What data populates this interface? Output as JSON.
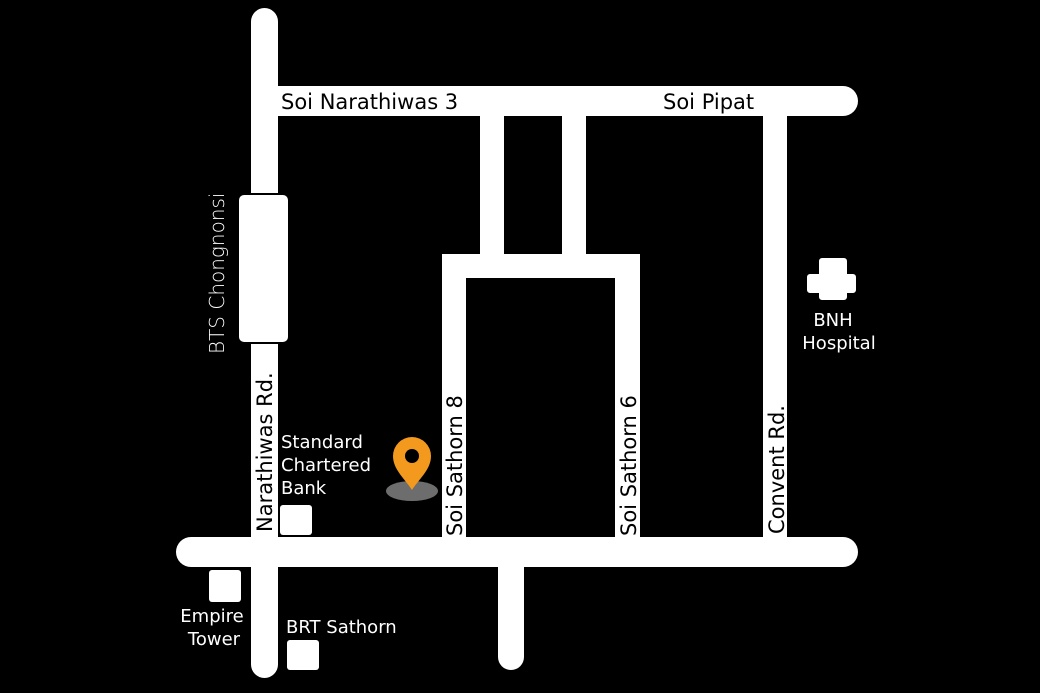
{
  "colors": {
    "background": "#000000",
    "road": "#ffffff",
    "pin": "#f39a1e",
    "pin_shadow": "#6d6d6d"
  },
  "roads": {
    "soi_narathiwas_3": "Soi Narathiwas 3",
    "soi_pipat": "Soi Pipat",
    "narathiwas_rd": "Narathiwas Rd.",
    "soi_sathorn_8": "Soi Sathorn 8",
    "soi_sathorn_6": "Soi Sathorn 6",
    "convent_rd": "Convent Rd."
  },
  "stations": {
    "bts": "BTS Chongnonsi",
    "brt": "BRT Sathorn"
  },
  "landmarks": {
    "standard_chartered": [
      "Standard",
      "Chartered",
      "Bank"
    ],
    "empire_tower": [
      "Empire",
      "Tower"
    ],
    "bnh_hospital": [
      "BNH",
      "Hospital"
    ]
  },
  "icons": {
    "pin": "location-pin-icon",
    "hospital": "medical-cross-icon"
  }
}
